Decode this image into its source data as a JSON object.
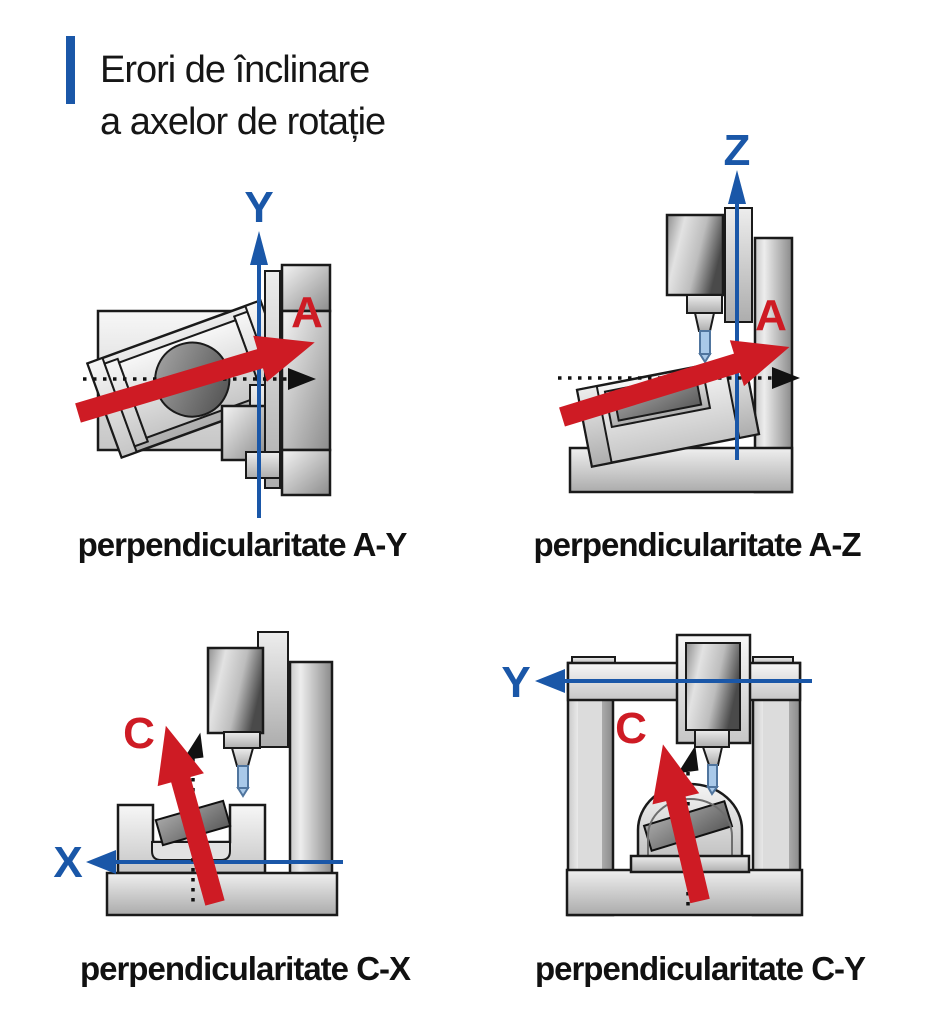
{
  "title": {
    "line1": "Erori de înclinare",
    "line2": "a axelor de rotație"
  },
  "colors": {
    "axis_blue": "#1A57A8",
    "arrow_red": "#CE1B24",
    "ideal_axis_black": "#111111",
    "tool_fill_blue": "#A9C9E9",
    "text_black": "#161616"
  },
  "panels": [
    {
      "id": "A-Y",
      "axis_label": "Y",
      "rotary_label": "A",
      "caption": "perpendicularitate A-Y"
    },
    {
      "id": "A-Z",
      "axis_label": "Z",
      "rotary_label": "A",
      "caption": "perpendicularitate A-Z"
    },
    {
      "id": "C-X",
      "axis_label": "X",
      "rotary_label": "C",
      "caption": "perpendicularitate C-X"
    },
    {
      "id": "C-Y",
      "axis_label": "Y",
      "rotary_label": "C",
      "caption": "perpendicularitate C-Y"
    }
  ]
}
